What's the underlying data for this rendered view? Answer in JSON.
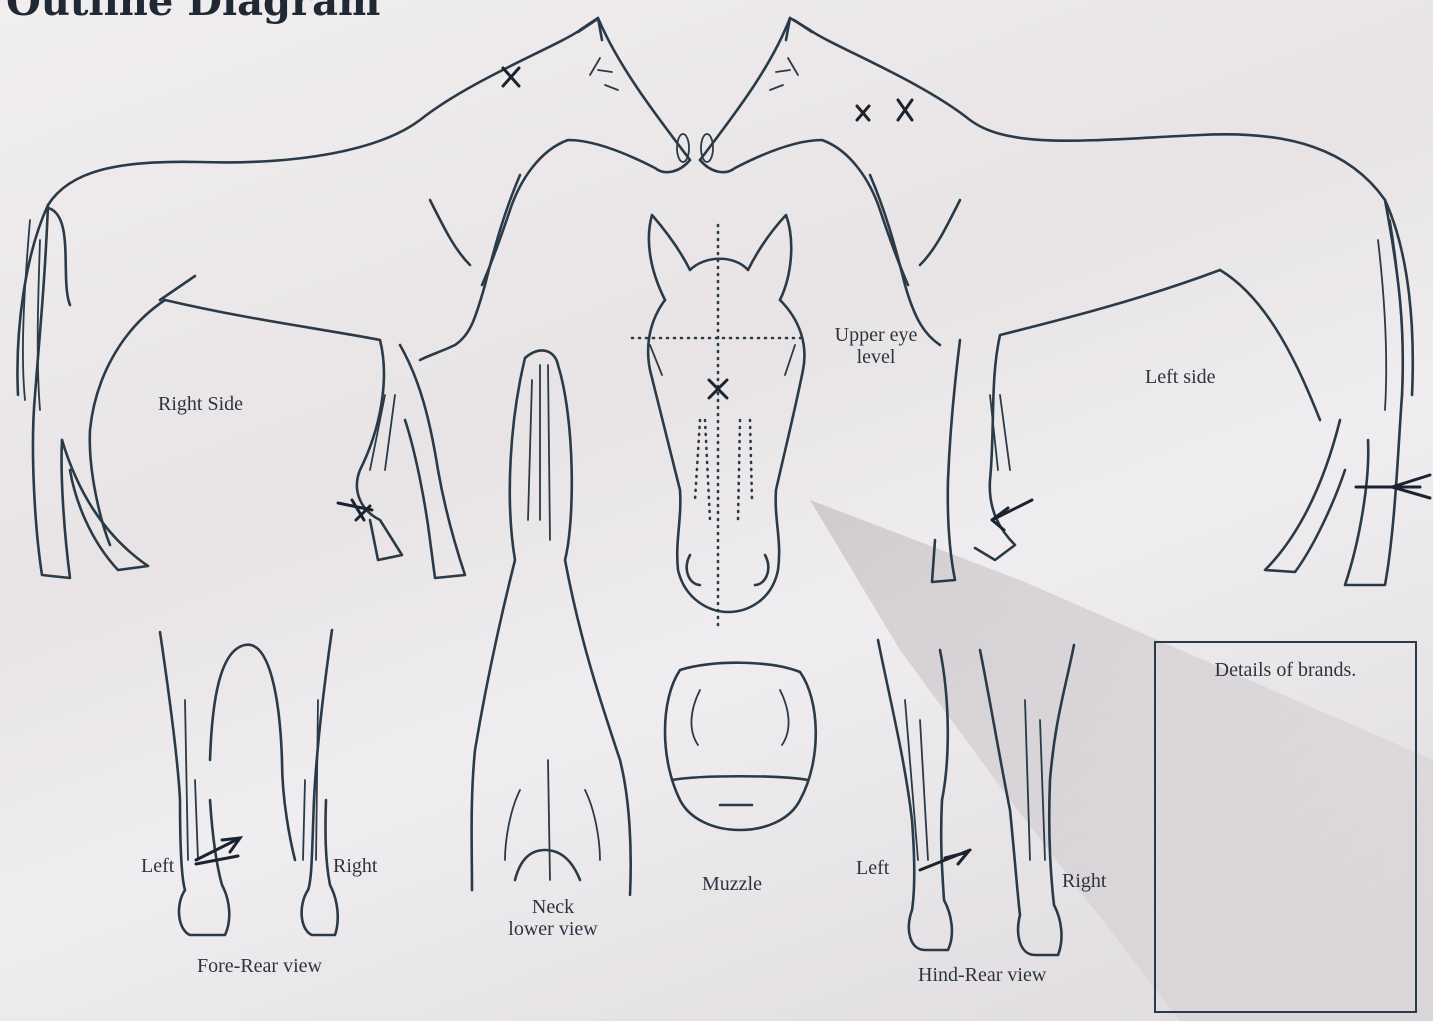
{
  "heading": "Outline Diagram",
  "labels": {
    "right_side": "Right Side",
    "left_side": "Left side",
    "upper_eye_level_line1": "Upper eye",
    "upper_eye_level_line2": "level",
    "neck_line1": "Neck",
    "neck_line2": "lower view",
    "muzzle": "Muzzle",
    "fore_left": "Left",
    "fore_right": "Right",
    "fore_rear_view": "Fore-Rear view",
    "hind_left": "Left",
    "hind_right": "Right",
    "hind_rear_view": "Hind-Rear view",
    "brands_title": "Details of brands."
  },
  "markings": [
    {
      "type": "cross",
      "view": "right side",
      "location": "neck crest"
    },
    {
      "type": "cross",
      "view": "left side",
      "location": "neck crest (two)"
    },
    {
      "type": "cross",
      "view": "front head",
      "location": "forehead below eye level"
    },
    {
      "type": "arrow",
      "view": "right side",
      "location": "near fore fetlock"
    },
    {
      "type": "arrow",
      "view": "left side",
      "location": "near fore fetlock"
    },
    {
      "type": "arrow",
      "view": "left side",
      "location": "hind hock"
    },
    {
      "type": "arrow",
      "view": "fore-rear",
      "location": "left fore fetlock"
    },
    {
      "type": "arrow",
      "view": "hind-rear",
      "location": "left hind fetlock"
    }
  ],
  "colors": {
    "paper": "#ebe7e8",
    "ink": "#2a3a48",
    "marker": "#1c2330"
  }
}
